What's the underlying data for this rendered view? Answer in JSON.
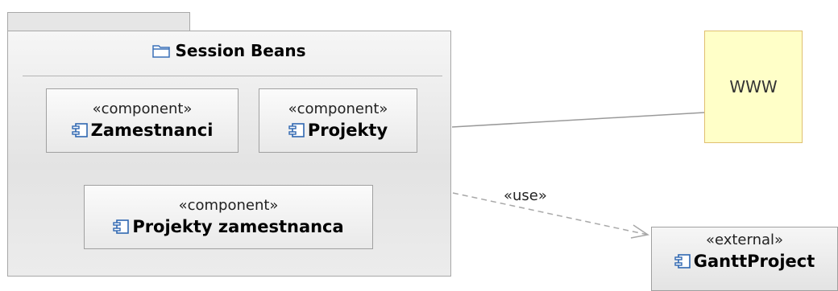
{
  "package": {
    "title": "Session Beans",
    "icon": "folder-icon"
  },
  "components": [
    {
      "stereotype": "«component»",
      "name": "Zamestnanci",
      "icon": "component-icon"
    },
    {
      "stereotype": "«component»",
      "name": "Projekty",
      "icon": "component-icon"
    },
    {
      "stereotype": "«component»",
      "name": "Projekty zamestnanca",
      "icon": "component-icon"
    }
  ],
  "note": {
    "text": "WWW"
  },
  "external": {
    "stereotype": "«external»",
    "name": "GanttProject",
    "icon": "component-icon"
  },
  "connectors": {
    "use_label": "«use»"
  },
  "colors": {
    "note_fill": "#ffffc8",
    "note_border": "#e0c070",
    "border": "#a8a8a8"
  }
}
